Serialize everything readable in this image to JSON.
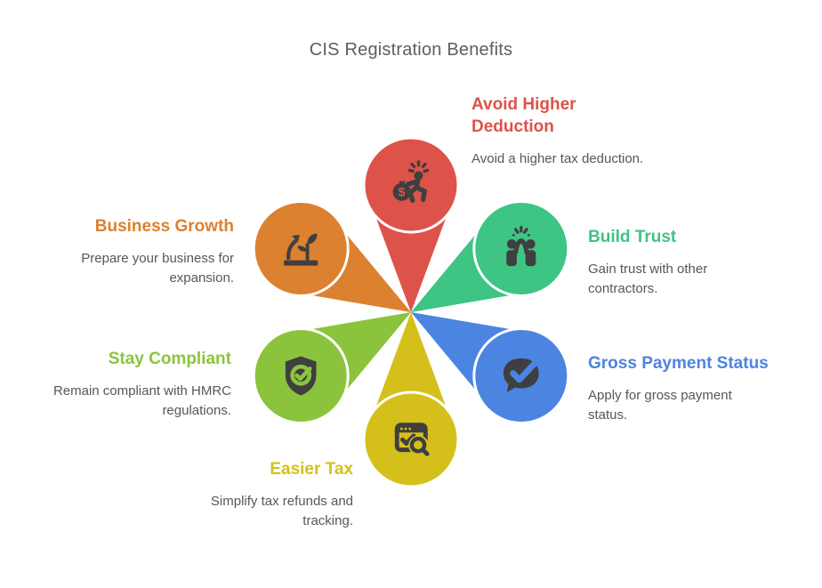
{
  "title": {
    "text": "CIS Registration Benefits",
    "color": "#5e5e5e"
  },
  "icon_color": "#3f3f3f",
  "background": "#ffffff",
  "icons": {
    "dollar": "$"
  },
  "petals": [
    {
      "id": "avoid-higher-deduction",
      "heading": "Avoid Higher\nDeduction",
      "description": "Avoid a higher tax deduction.",
      "color": "#dd5349",
      "icon": "money-runner-icon",
      "position": "top"
    },
    {
      "id": "build-trust",
      "heading": "Build Trust",
      "description": "Gain trust with other\ncontractors.",
      "color": "#3ec483",
      "icon": "high-five-icon",
      "position": "upper-right"
    },
    {
      "id": "gross-payment-status",
      "heading": "Gross Payment Status",
      "description": "Apply for gross payment\nstatus.",
      "color": "#4c84e2",
      "icon": "chat-check-icon",
      "position": "lower-right"
    },
    {
      "id": "easier-tax",
      "heading": "Easier Tax",
      "description": "Simplify tax refunds and\ntracking.",
      "color": "#d5c01b",
      "icon": "browser-search-icon",
      "position": "bottom"
    },
    {
      "id": "stay-compliant",
      "heading": "Stay Compliant",
      "description": "Remain compliant with HMRC\nregulations.",
      "color": "#8bc43c",
      "icon": "shield-check-icon",
      "position": "lower-left"
    },
    {
      "id": "business-growth",
      "heading": "Business Growth",
      "description": "Prepare your business for\nexpansion.",
      "color": "#dc8130",
      "icon": "growth-icon",
      "position": "upper-left"
    }
  ]
}
